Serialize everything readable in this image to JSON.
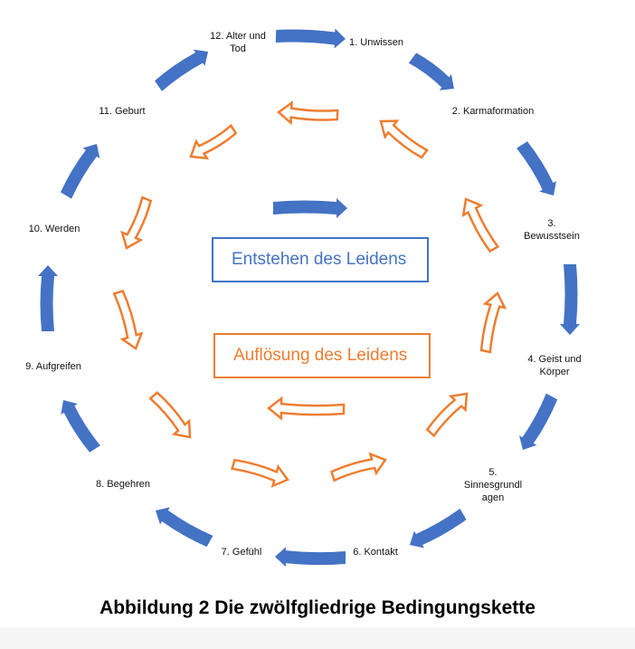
{
  "colors": {
    "blue": "#4472c4",
    "orange": "#ed7d31"
  },
  "links": [
    "1. Unwissen",
    "2. Karmaformation",
    "3.\nBewusstsein",
    "4. Geist und\nKörper",
    "5.\nSinnesgrundl\nagen",
    "6. Kontakt",
    "7. Gefühl",
    "8. Begehren",
    "9. Aufgreifen",
    "10. Werden",
    "11. Geburt",
    "12. Alter und\nTod"
  ],
  "boxes": {
    "arising": "Entstehen des Leidens",
    "dissolution": "Auflösung des Leidens"
  },
  "caption": "Abbildung 2 Die zwölfgliedrige Bedingungskette"
}
